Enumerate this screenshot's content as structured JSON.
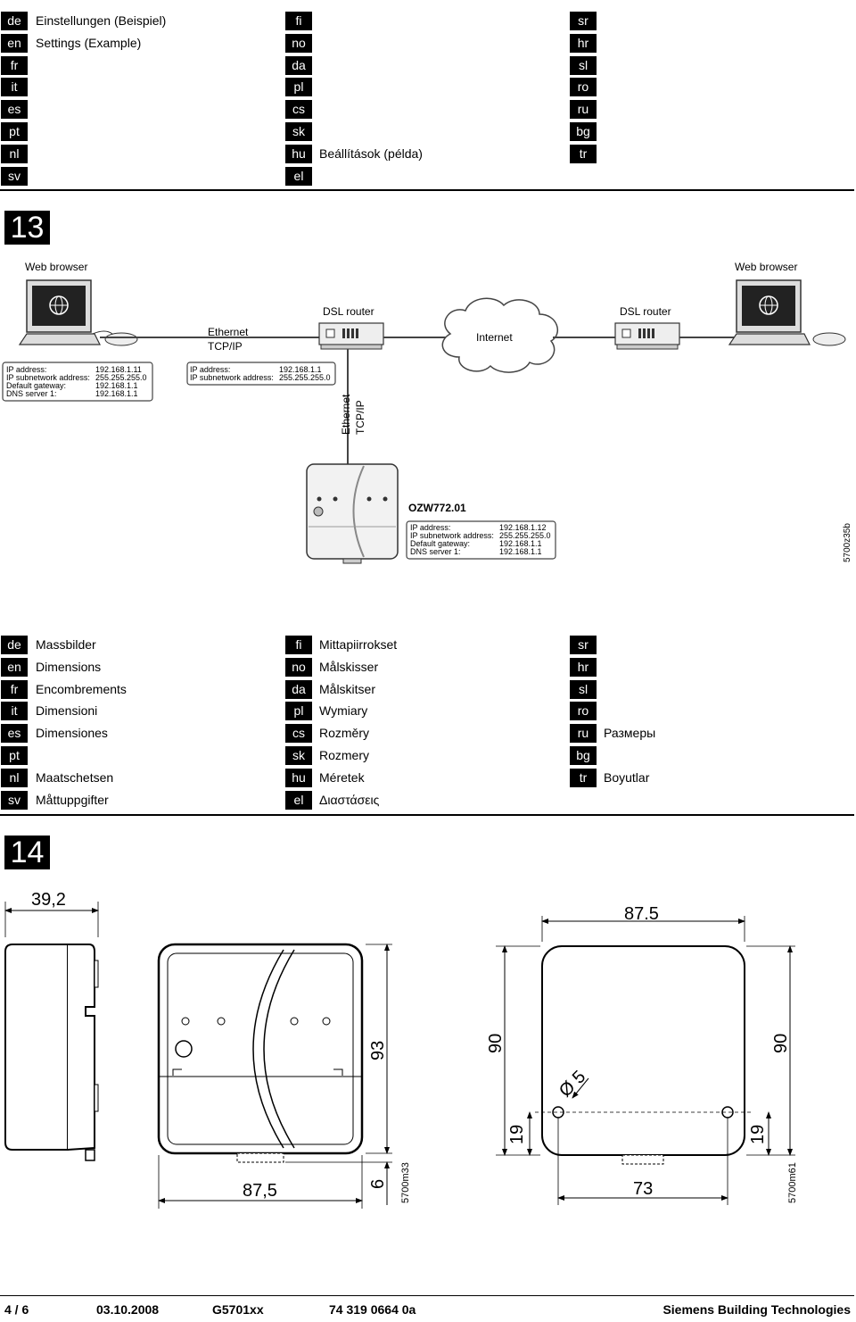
{
  "section1": {
    "rows": [
      {
        "c1": "de",
        "t1": "Einstellungen (Beispiel)",
        "c2": "fi",
        "t2": "",
        "c3": "sr",
        "t3": ""
      },
      {
        "c1": "en",
        "t1": "Settings (Example)",
        "c2": "no",
        "t2": "",
        "c3": "hr",
        "t3": ""
      },
      {
        "c1": "fr",
        "t1": "",
        "c2": "da",
        "t2": "",
        "c3": "sl",
        "t3": ""
      },
      {
        "c1": "it",
        "t1": "",
        "c2": "pl",
        "t2": "",
        "c3": "ro",
        "t3": ""
      },
      {
        "c1": "es",
        "t1": "",
        "c2": "cs",
        "t2": "",
        "c3": "ru",
        "t3": ""
      },
      {
        "c1": "pt",
        "t1": "",
        "c2": "sk",
        "t2": "",
        "c3": "bg",
        "t3": ""
      },
      {
        "c1": "nl",
        "t1": "",
        "c2": "hu",
        "t2": "Beállítások (példa)",
        "c3": "tr",
        "t3": ""
      },
      {
        "c1": "sv",
        "t1": "",
        "c2": "el",
        "t2": "",
        "c3": "",
        "t3": ""
      }
    ]
  },
  "fig13": {
    "number": "13",
    "web_browser_left": "Web browser",
    "web_browser_right": "Web browser",
    "ethernet": "Ethernet",
    "tcpip": "TCP/IP",
    "dsl_router_left": "DSL router",
    "dsl_router_right": "DSL router",
    "internet": "Internet",
    "ozw": "OZW772.01",
    "fig_code": "5700z35b",
    "pc_box": [
      {
        "k": "IP address:",
        "v": "192.168.1.11"
      },
      {
        "k": "IP subnetwork address:",
        "v": "255.255.255.0"
      },
      {
        "k": "Default gateway:",
        "v": "192.168.1.1"
      },
      {
        "k": "DNS server 1:",
        "v": "192.168.1.1"
      }
    ],
    "router_box": [
      {
        "k": "IP address:",
        "v": "192.168.1.1"
      },
      {
        "k": "IP subnetwork address:",
        "v": "255.255.255.0"
      }
    ],
    "ozw_box": [
      {
        "k": "IP address:",
        "v": "192.168.1.12"
      },
      {
        "k": "IP subnetwork address:",
        "v": "255.255.255.0"
      },
      {
        "k": "Default gateway:",
        "v": "192.168.1.1"
      },
      {
        "k": "DNS server 1:",
        "v": "192.168.1.1"
      }
    ]
  },
  "section2": {
    "rows": [
      {
        "c1": "de",
        "t1": "Massbilder",
        "c2": "fi",
        "t2": "Mittapiirrokset",
        "c3": "sr",
        "t3": ""
      },
      {
        "c1": "en",
        "t1": "Dimensions",
        "c2": "no",
        "t2": "Målskisser",
        "c3": "hr",
        "t3": ""
      },
      {
        "c1": "fr",
        "t1": "Encombrements",
        "c2": "da",
        "t2": "Målskitser",
        "c3": "sl",
        "t3": ""
      },
      {
        "c1": "it",
        "t1": "Dimensioni",
        "c2": "pl",
        "t2": "Wymiary",
        "c3": "ro",
        "t3": ""
      },
      {
        "c1": "es",
        "t1": "Dimensiones",
        "c2": "cs",
        "t2": "Rozměry",
        "c3": "ru",
        "t3": "Размеры"
      },
      {
        "c1": "pt",
        "t1": "",
        "c2": "sk",
        "t2": "Rozmery",
        "c3": "bg",
        "t3": ""
      },
      {
        "c1": "nl",
        "t1": "Maatschetsen",
        "c2": "hu",
        "t2": "Méretek",
        "c3": "tr",
        "t3": "Boyutlar"
      },
      {
        "c1": "sv",
        "t1": "Måttuppgifter",
        "c2": "el",
        "t2": "Διαστάσεις",
        "c3": "",
        "t3": ""
      }
    ]
  },
  "fig14": {
    "number": "14",
    "dim_depth": "39,2",
    "dim_width_front": "87,5",
    "dim_height_front": "93",
    "dim_plug": "6",
    "code_front": "5700m33",
    "dim_width_back": "87.5",
    "dim_height_back_left": "90",
    "dim_height_back_right": "90",
    "dim_hole": "Ø 5",
    "dim_hole_offset_left": "19",
    "dim_hole_offset_right": "19",
    "dim_hole_spacing": "73",
    "code_back": "5700m61"
  },
  "footer": {
    "page": "4 / 6",
    "date": "03.10.2008",
    "doc": "G5701xx",
    "number": "74 319 0664 0a",
    "company": "Siemens Building Technologies"
  }
}
